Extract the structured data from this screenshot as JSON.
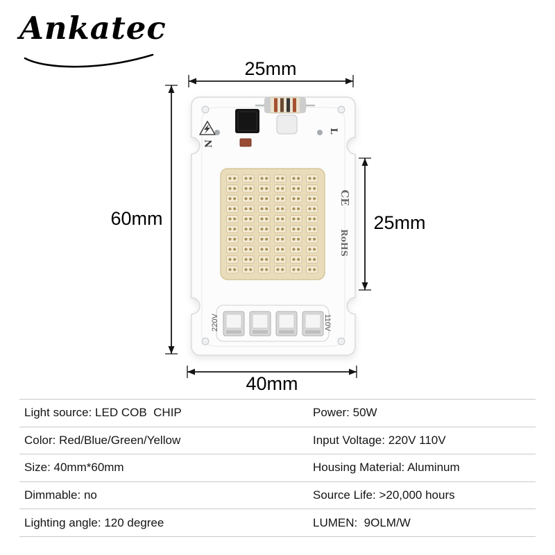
{
  "logo": {
    "text": "Ankatec"
  },
  "dimensions": {
    "top": "25mm",
    "left": "60mm",
    "right": "25mm",
    "bottom": "40mm"
  },
  "pcb": {
    "neutral_marking": "N",
    "live_marking": "L",
    "ce_marking": "CE",
    "rohs_marking": "RoHS",
    "voltage_left": "220V",
    "voltage_right": "110V"
  },
  "specs": {
    "rows": [
      {
        "left": "Light source: LED COB  CHIP",
        "right": "Power: 50W"
      },
      {
        "left": "Color: Red/Blue/Green/Yellow",
        "right": "Input Voltage: 220V 110V"
      },
      {
        "left": "Size: 40mm*60mm",
        "right": "Housing Material: Aluminum"
      },
      {
        "left": "Dimmable: no",
        "right": "Source Life: >20,000 hours"
      },
      {
        "left": "Lighting angle: 120 degree",
        "right": "LUMEN:  9OLM/W"
      }
    ]
  },
  "colors": {
    "pcb_body": "#fcfcfd",
    "led_panel": "#e9dcba",
    "dimension_line": "#141414",
    "table_line": "#c9c9c9"
  },
  "icons": {
    "warning": "lightning-in-triangle"
  }
}
